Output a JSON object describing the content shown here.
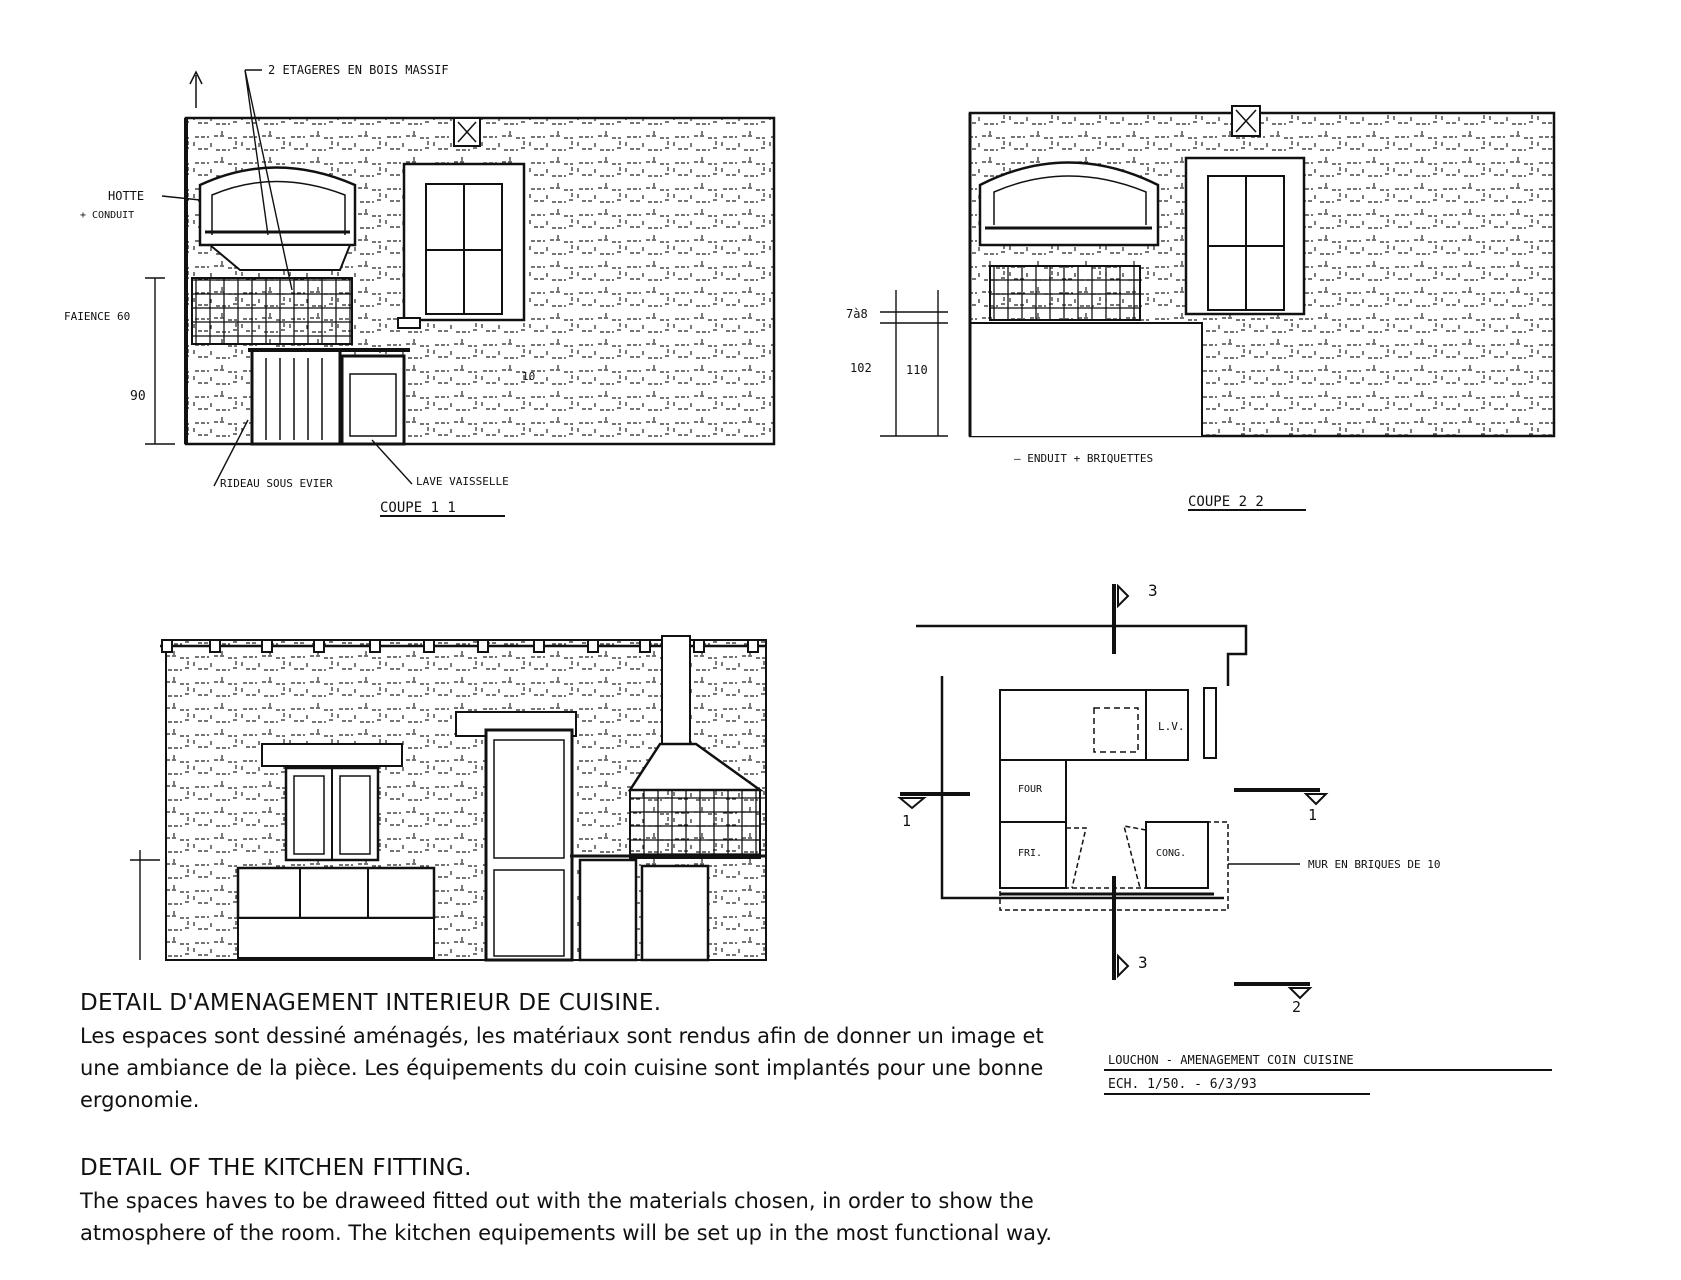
{
  "sections": {
    "coupe_1": {
      "title": "COUPE 1_1",
      "labels": {
        "etageres": "2 ETAGERES EN BOIS MASSIF",
        "hotte": "HOTTE",
        "conduit": "+ CONDUIT",
        "faience": "FAIENCE 60",
        "dim_90": "90",
        "dim_10": "10",
        "rideau": "RIDEAU SOUS EVIER",
        "lave_vaisselle": "LAVE VAISSELLE"
      }
    },
    "coupe_2": {
      "title": "COUPE 2_2",
      "labels": {
        "dim_top": "7à8",
        "dim_102": "102",
        "dim_110": "110",
        "enduit": "— ENDUIT + BRIQUETTES"
      }
    },
    "elevation": {},
    "plan": {
      "labels": {
        "lv": "L.V.",
        "four": "FOUR",
        "fri": "FRI.",
        "cong": "CONG.",
        "mur": "MUR EN BRIQUES DE 10",
        "marker_3_top": "3",
        "marker_3_bottom": "3",
        "marker_1_left": "1",
        "marker_1_right": "1",
        "marker_2": "2"
      },
      "title_block": {
        "line1": "LOUCHON - AMENAGEMENT COIN CUISINE",
        "line2": "ECH. 1/50. - 6/3/93"
      }
    }
  },
  "captions": {
    "french": {
      "heading": "DETAIL D'AMENAGEMENT INTERIEUR DE CUISINE.",
      "body": "Les espaces sont dessiné aménagés, les matériaux sont rendus afin de donner un image et une ambiance de la pièce. Les équipements du coin cuisine sont implantés pour une bonne ergonomie."
    },
    "english": {
      "heading": "DETAIL OF THE KITCHEN FITTING.",
      "body": "The spaces haves to be draweed fitted out with the materials chosen, in order to show the atmosphere of the room. The kitchen equipements will be set up in the most functional way."
    }
  },
  "colors": {
    "ink": "#111111",
    "paper": "#ffffff"
  }
}
